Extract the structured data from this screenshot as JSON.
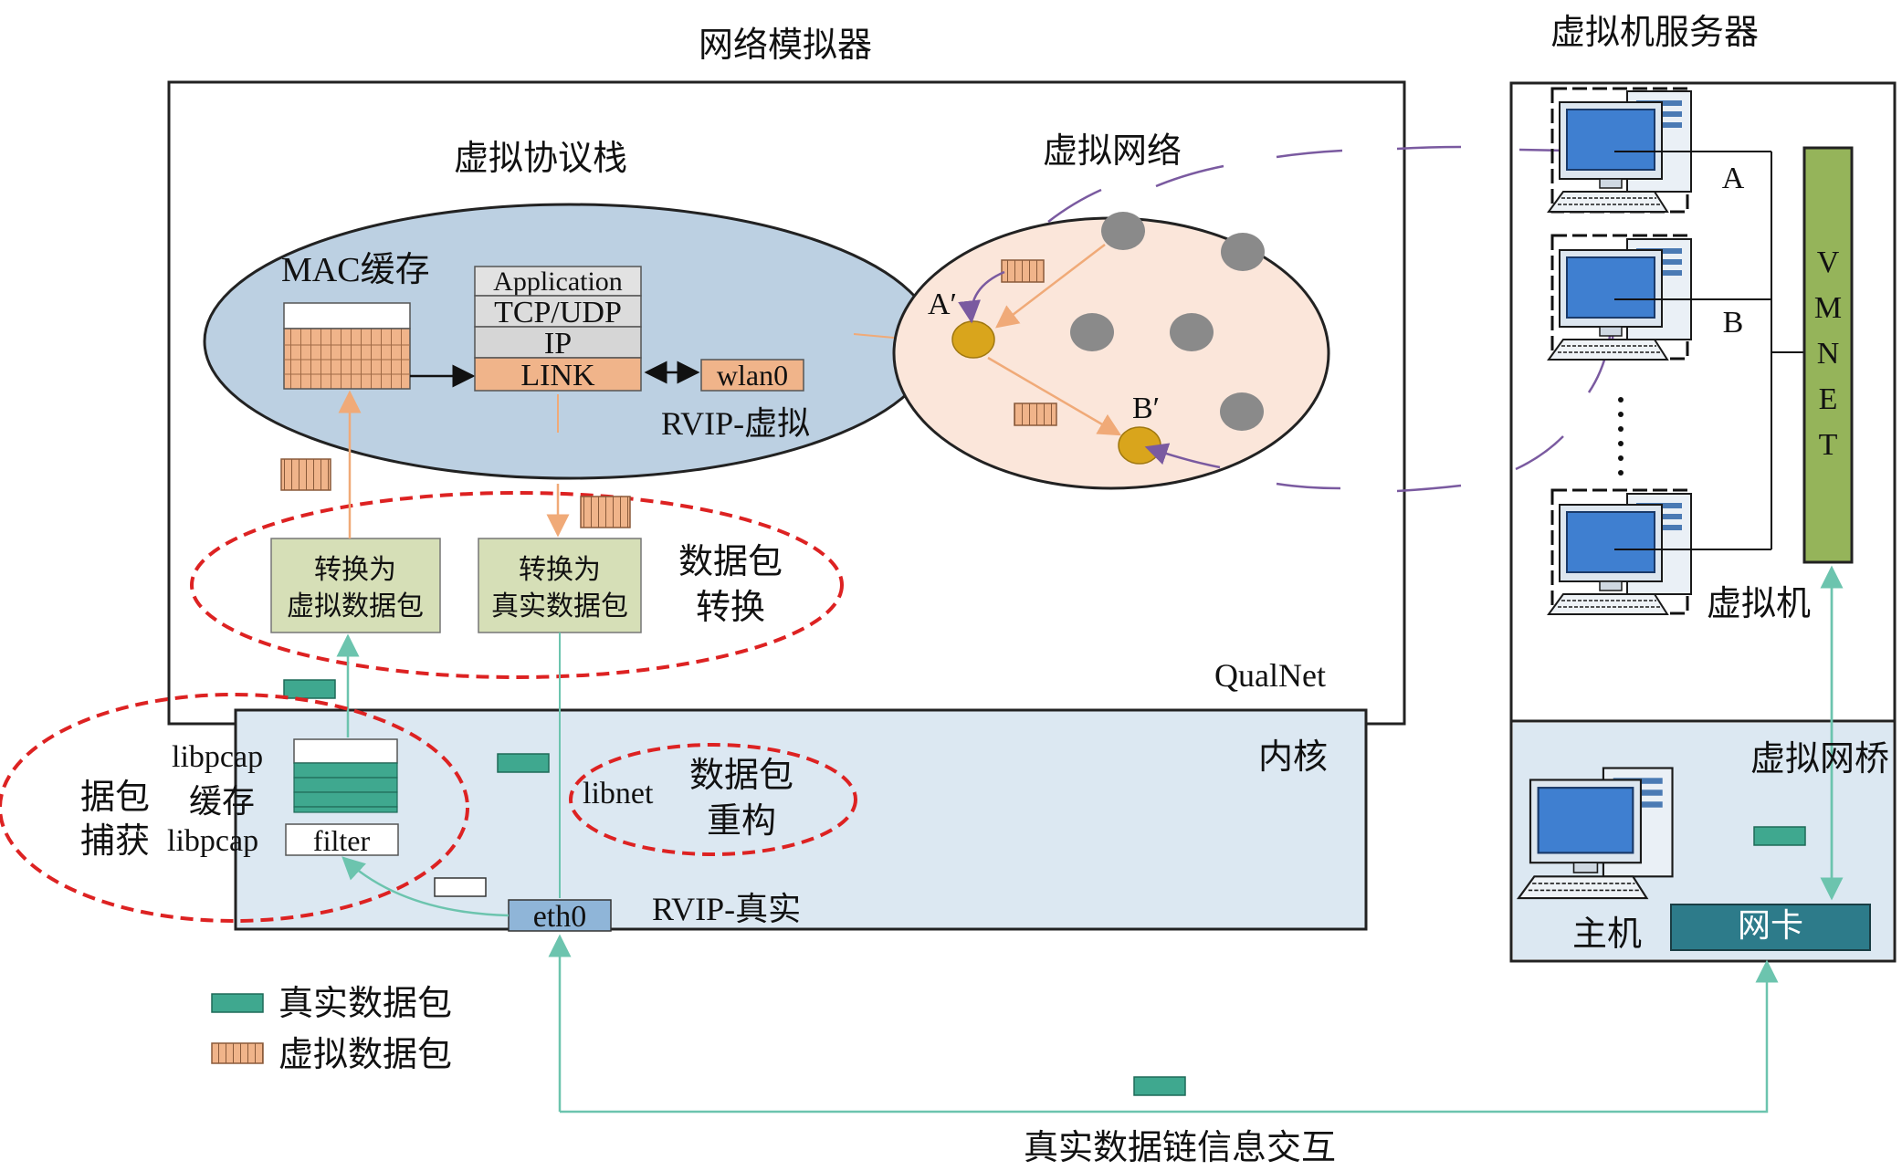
{
  "labels": {
    "network_simulator": "网络模拟器",
    "vm_server": "虚拟机服务器",
    "virtual_stack": "虚拟协议栈",
    "virtual_network": "虚拟网络",
    "mac_cache": "MAC缓存",
    "rvip_virtual": "RVIP-虚拟",
    "qualnet": "QualNet",
    "kernel": "内核",
    "rvip_real": "RVIP-真实",
    "packet_convert_1": "数据包",
    "packet_convert_2": "转换",
    "to_virtual_1": "转换为",
    "to_virtual_2": "虚拟数据包",
    "to_real_1": "转换为",
    "to_real_2": "真实数据包",
    "libnet": "libnet",
    "rebuild_1": "数据包",
    "rebuild_2": "重构",
    "libpcap_top": "libpcap",
    "cache": "缓存",
    "libpcap_bottom": "libpcap",
    "filter": "filter",
    "capture_1": "据包",
    "capture_2": "捕获",
    "eth0": "eth0",
    "wlan0": "wlan0",
    "node_a": "A′",
    "node_b": "B′",
    "vm_a": "A",
    "vm_b": "B",
    "vmnet_letters": [
      "V",
      "M",
      "N",
      "E",
      "T"
    ],
    "virtual_machine": "虚拟机",
    "virtual_bridge": "虚拟网桥",
    "host": "主机",
    "nic": "网卡",
    "bottom_caption": "真实数据链信息交互"
  },
  "protocol_stack": [
    "Application",
    "TCP/UDP",
    "IP",
    "LINK"
  ],
  "legend": [
    {
      "label": "真实数据包",
      "color": "#3fa88f"
    },
    {
      "label": "虚拟数据包",
      "color": "#f0b48a"
    }
  ],
  "colors": {
    "real_packet": "#3fa88f",
    "virtual_packet": "#f0b48a",
    "protocol_ellipse": "#bcd0e2",
    "network_ellipse": "#fbe6da",
    "kernel_fill": "#dce8f2",
    "convert_box": "#d6dfb7",
    "vmnet": "#95b45a",
    "nic": "#2d7b8a",
    "dashed_red": "#dd2222",
    "orange_arrow": "#f0aa78",
    "teal_arrow": "#6cc4ae",
    "purple_arrow": "#7a5aa0"
  }
}
